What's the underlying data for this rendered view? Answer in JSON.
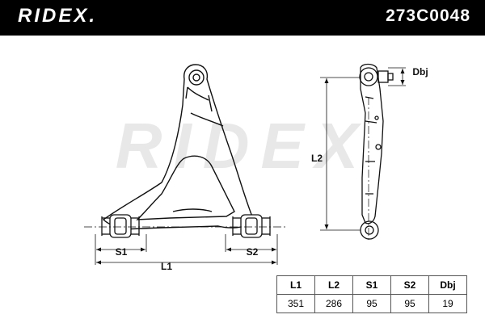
{
  "header": {
    "brand": "RIDEX.",
    "part_number": "273C0048"
  },
  "watermark": "RIDEX",
  "dimensions": {
    "L1": "L1",
    "L2": "L2",
    "S1": "S1",
    "S2": "S2",
    "Dbj": "Dbj"
  },
  "spec_table": {
    "headers": [
      "L1",
      "L2",
      "S1",
      "S2",
      "Dbj"
    ],
    "values": [
      "351",
      "286",
      "95",
      "95",
      "19"
    ]
  },
  "colors": {
    "header_bg": "#000000",
    "watermark": "#e6e6e6",
    "line": "#111111"
  }
}
